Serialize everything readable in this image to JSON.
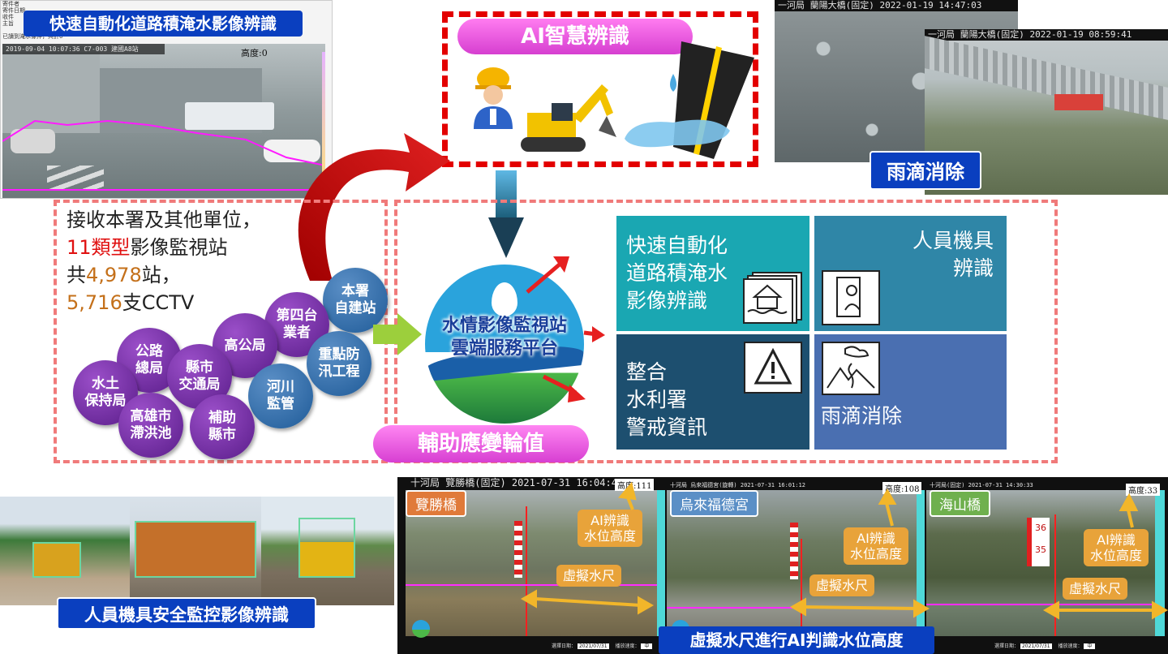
{
  "top_left": {
    "title": "快速自動化道路積淹水影像辨識",
    "cam_info": "2019-09-04 10:07:36 C7-003 建國A8站",
    "height_label": "高度:0",
    "header_lines": [
      "寄件者",
      "寄件日期",
      "收件",
      "主旨"
    ],
    "note": "已讀到淹水條件，共計0"
  },
  "ai_box": {
    "title": "AI智慧辨識"
  },
  "rain_panel": {
    "cam1": "一河局 蘭陽大橋(固定) 2022-01-19 14:47:03",
    "cam2": "一河局 蘭陽大橋(固定) 2022-01-19 08:59:41",
    "label": "雨滴消除"
  },
  "stats": {
    "line1": "接收本署及其他單位，",
    "line2_num": "11",
    "line2_type": "類型",
    "line2_rest": "影像監視站",
    "line3_pre": "共",
    "line3_num": "4,978",
    "line3_rest": "站，",
    "line4_num": "5,716",
    "line4_rest": "支CCTV"
  },
  "agencies": [
    {
      "line1": "本署",
      "line2": "自建站"
    },
    {
      "line1": "第四台",
      "line2": "業者"
    },
    {
      "line1": "高公局",
      "line2": ""
    },
    {
      "line1": "公路",
      "line2": "總局"
    },
    {
      "line1": "縣市",
      "line2": "交通局"
    },
    {
      "line1": "重點防",
      "line2": "汛工程"
    },
    {
      "line1": "河川",
      "line2": "監管"
    },
    {
      "line1": "水土",
      "line2": "保持局"
    },
    {
      "line1": "高雄市",
      "line2": "滯洪池"
    },
    {
      "line1": "補助",
      "line2": "縣市"
    }
  ],
  "platform": {
    "line1": "水情影像監視站",
    "line2": "雲端服務平台"
  },
  "support_label": "輔助應變輪值",
  "tiles": [
    {
      "text": [
        "快速自動化",
        "道路積淹水",
        "影像辨識"
      ],
      "color": "#1ba9b4",
      "icon": "flood-house-icon"
    },
    {
      "text": [
        "人員機具",
        "辨識"
      ],
      "color": "#2e86a6",
      "icon": "worker-icon"
    },
    {
      "text": [
        "整合",
        "水利署",
        "警戒資訊"
      ],
      "color": "#1d4f6f",
      "icon": "warning-icon"
    },
    {
      "text": [
        "雨滴消除"
      ],
      "color": "#4a6fb0",
      "icon": "rain-landscape-icon"
    }
  ],
  "safety": {
    "label": "人員機具安全監控影像辨識"
  },
  "water_panel": {
    "cam_header": "十河局 覽勝橋(固定) 2021-07-31 16:04:47",
    "cam2_header": "十河局 烏來福德宮(旋轉) 2021-07-31 16:01:12",
    "cam3_header": "十河局(固定) 2021-07-31 14:30:33",
    "bridges": [
      {
        "name": "覽勝橋",
        "height": "高度:111",
        "color": "#e07a3a"
      },
      {
        "name": "烏來福德宮",
        "height": "高度:108",
        "color": "#5b8fc6"
      },
      {
        "name": "海山橋",
        "height": "高度:33",
        "color": "#6fb04e"
      }
    ],
    "ai_label_1": "AI辨識",
    "ai_label_2": "水位高度",
    "ruler_label": "虛擬水尺",
    "gauge_top": "36",
    "gauge_bottom": "35",
    "caption": "虛擬水尺進行AI判識水位高度",
    "date_label": "選擇日期：",
    "date_value": "2021/07/31",
    "speed_label": "播放速度：",
    "speed_value": "中"
  }
}
